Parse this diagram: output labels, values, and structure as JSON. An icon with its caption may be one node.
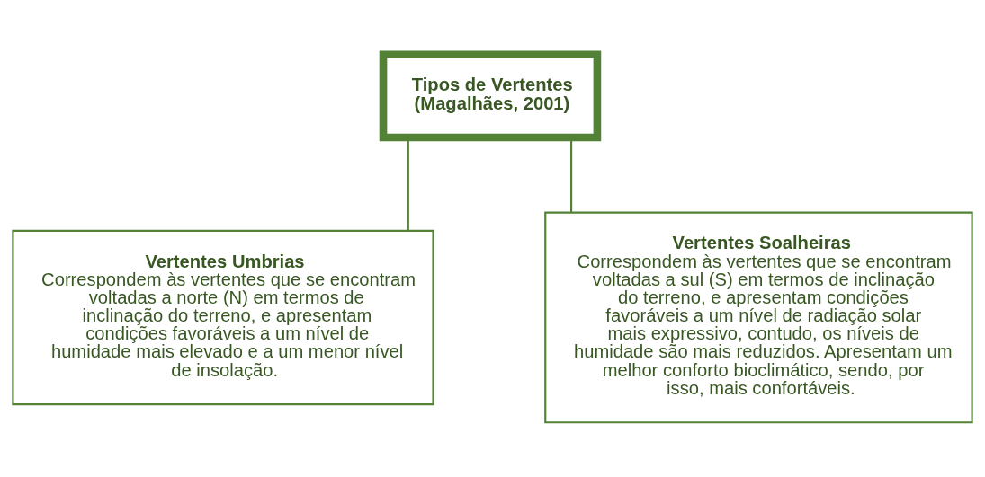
{
  "diagram": {
    "nodes": [
      {
        "text": [
          "Tipos de Vertentes (Magalhães, 2001)"
        ]
      },
      {
        "text": [
          "Vertentes Umbrias",
          "Correspondem às vertentes que se encontram voltadas a norte (N) em termos de inclinação do terreno, e apresentam condições favoráveis a um nível de humidade mais elevado e a um menor nível de insolação."
        ]
      },
      {
        "text": [
          "Vertentes Soalheiras",
          "Correspondem às vertentes que se encontram voltadas a sul (S) em termos de inclinação do terreno, e apresentam condições favoráveis a um nível de radiação solar mais expressivo, contudo, os níveis de humidade são mais reduzidos. Apresentam um melhor conforto bioclimático, sendo, por isso, mais confortáveis."
        ]
      }
    ],
    "edges": [
      {
        "from": 0,
        "to": 1,
        "arrow": "none"
      },
      {
        "from": 0,
        "to": 2,
        "arrow": "none"
      }
    ]
  }
}
